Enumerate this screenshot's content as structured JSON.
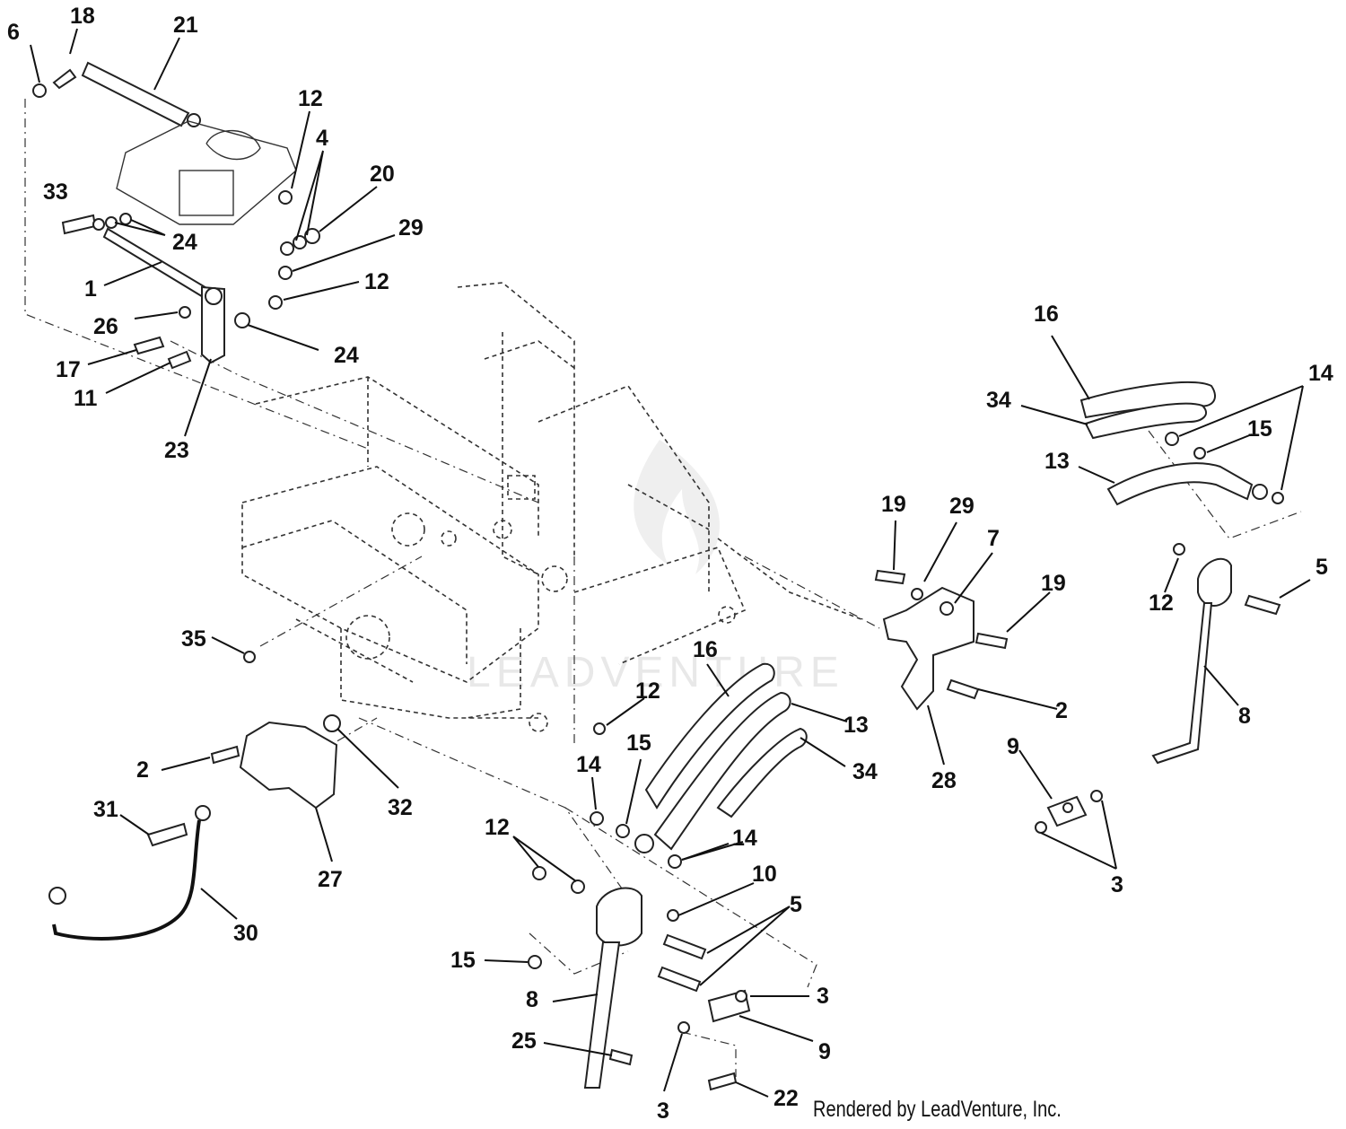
{
  "watermark": "LEADVENTURE",
  "credit": "Rendered by LeadVenture, Inc.",
  "callouts": [
    {
      "id": "c6",
      "text": "6"
    },
    {
      "id": "c18",
      "text": "18"
    },
    {
      "id": "c21",
      "text": "21"
    },
    {
      "id": "c12a",
      "text": "12"
    },
    {
      "id": "c4",
      "text": "4"
    },
    {
      "id": "c20",
      "text": "20"
    },
    {
      "id": "c33",
      "text": "33"
    },
    {
      "id": "c24a",
      "text": "24"
    },
    {
      "id": "c29a",
      "text": "29"
    },
    {
      "id": "c1",
      "text": "1"
    },
    {
      "id": "c12b",
      "text": "12"
    },
    {
      "id": "c26",
      "text": "26"
    },
    {
      "id": "c24b",
      "text": "24"
    },
    {
      "id": "c17",
      "text": "17"
    },
    {
      "id": "c11",
      "text": "11"
    },
    {
      "id": "c23",
      "text": "23"
    },
    {
      "id": "c16a",
      "text": "16"
    },
    {
      "id": "c34a",
      "text": "34"
    },
    {
      "id": "c14a",
      "text": "14"
    },
    {
      "id": "c15a",
      "text": "15"
    },
    {
      "id": "c13a",
      "text": "13"
    },
    {
      "id": "c19a",
      "text": "19"
    },
    {
      "id": "c29b",
      "text": "29"
    },
    {
      "id": "c7",
      "text": "7"
    },
    {
      "id": "c19b",
      "text": "19"
    },
    {
      "id": "c5a",
      "text": "5"
    },
    {
      "id": "c12c",
      "text": "12"
    },
    {
      "id": "c35",
      "text": "35"
    },
    {
      "id": "c2a",
      "text": "2"
    },
    {
      "id": "c8a",
      "text": "8"
    },
    {
      "id": "c16b",
      "text": "16"
    },
    {
      "id": "c12d",
      "text": "12"
    },
    {
      "id": "c13b",
      "text": "13"
    },
    {
      "id": "c15b",
      "text": "15"
    },
    {
      "id": "c14b",
      "text": "14"
    },
    {
      "id": "c34b",
      "text": "34"
    },
    {
      "id": "c28",
      "text": "28"
    },
    {
      "id": "c9a",
      "text": "9"
    },
    {
      "id": "c2b",
      "text": "2"
    },
    {
      "id": "c32",
      "text": "32"
    },
    {
      "id": "c31",
      "text": "31"
    },
    {
      "id": "c27",
      "text": "27"
    },
    {
      "id": "c3a",
      "text": "3"
    },
    {
      "id": "c12e",
      "text": "12"
    },
    {
      "id": "c14c",
      "text": "14"
    },
    {
      "id": "c10",
      "text": "10"
    },
    {
      "id": "c5b",
      "text": "5"
    },
    {
      "id": "c30",
      "text": "30"
    },
    {
      "id": "c15c",
      "text": "15"
    },
    {
      "id": "c8b",
      "text": "8"
    },
    {
      "id": "c3b",
      "text": "3"
    },
    {
      "id": "c25",
      "text": "25"
    },
    {
      "id": "c9b",
      "text": "9"
    },
    {
      "id": "c3c",
      "text": "3"
    },
    {
      "id": "c22",
      "text": "22"
    }
  ]
}
